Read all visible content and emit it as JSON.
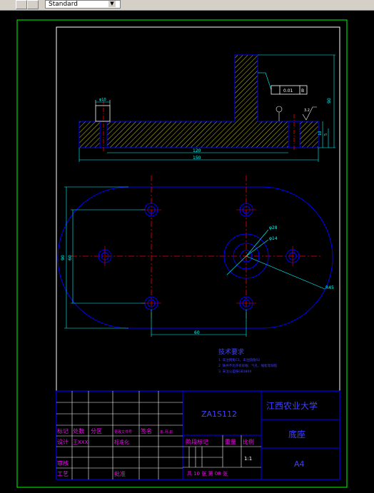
{
  "toolbar": {
    "style_combo_value": "Standard",
    "style_combo_icon": "text-style-icon",
    "dropdown_icon": "chevron-down-icon"
  },
  "drawing": {
    "front_view": {
      "dim_width_bottom": "120",
      "dim_width_total": "150",
      "dim_height_right": "90",
      "hole_label": "φ10",
      "tolerance_value": "0.01",
      "datum": "B",
      "roughness": "3.2",
      "small_dim_a": "5",
      "small_dim_b": "10"
    },
    "top_view": {
      "dim_height_outer": "90",
      "dim_height_inner": "60",
      "dim_hole_spacing": "60",
      "dim_radius": "R45",
      "dim_big_hole": "φ28",
      "dim_small_hole": "φ14"
    },
    "notes": {
      "title": "技术要求",
      "line1": "1. 未注倒角C1，未注圆角R2",
      "line2": "2. 铸件不允许有砂眼、气孔、缩松等缺陷",
      "line3": "3. 未注公差按GB1804"
    },
    "title_block": {
      "drawing_no": "ZA1S112",
      "school": "江西农业大学",
      "part_name": "底座",
      "paper": "A4",
      "scale": "1:1",
      "sheets": "共 10 张 第 08 张",
      "label_mark": "标记",
      "label_count": "处数",
      "label_zone": "分区",
      "label_docno": "更改文件号",
      "label_sign": "签名",
      "label_date": "年.月.日",
      "label_design": "设计",
      "label_std": "标准化",
      "label_stage": "阶段标记",
      "label_weight": "重量",
      "label_ratio": "比例",
      "label_review": "审核",
      "label_process": "工艺",
      "label_approve": "批准",
      "designer_name": "王XXX"
    }
  },
  "colors": {
    "background": "#000000",
    "frame": "#ffffff",
    "border_green": "#00ff00",
    "geometry": "#0000ff",
    "center": "#ff0000",
    "dim": "#00ffff",
    "hatch": "#ffff00",
    "text_blue": "#4040ff",
    "text_magenta": "#ff00ff"
  }
}
